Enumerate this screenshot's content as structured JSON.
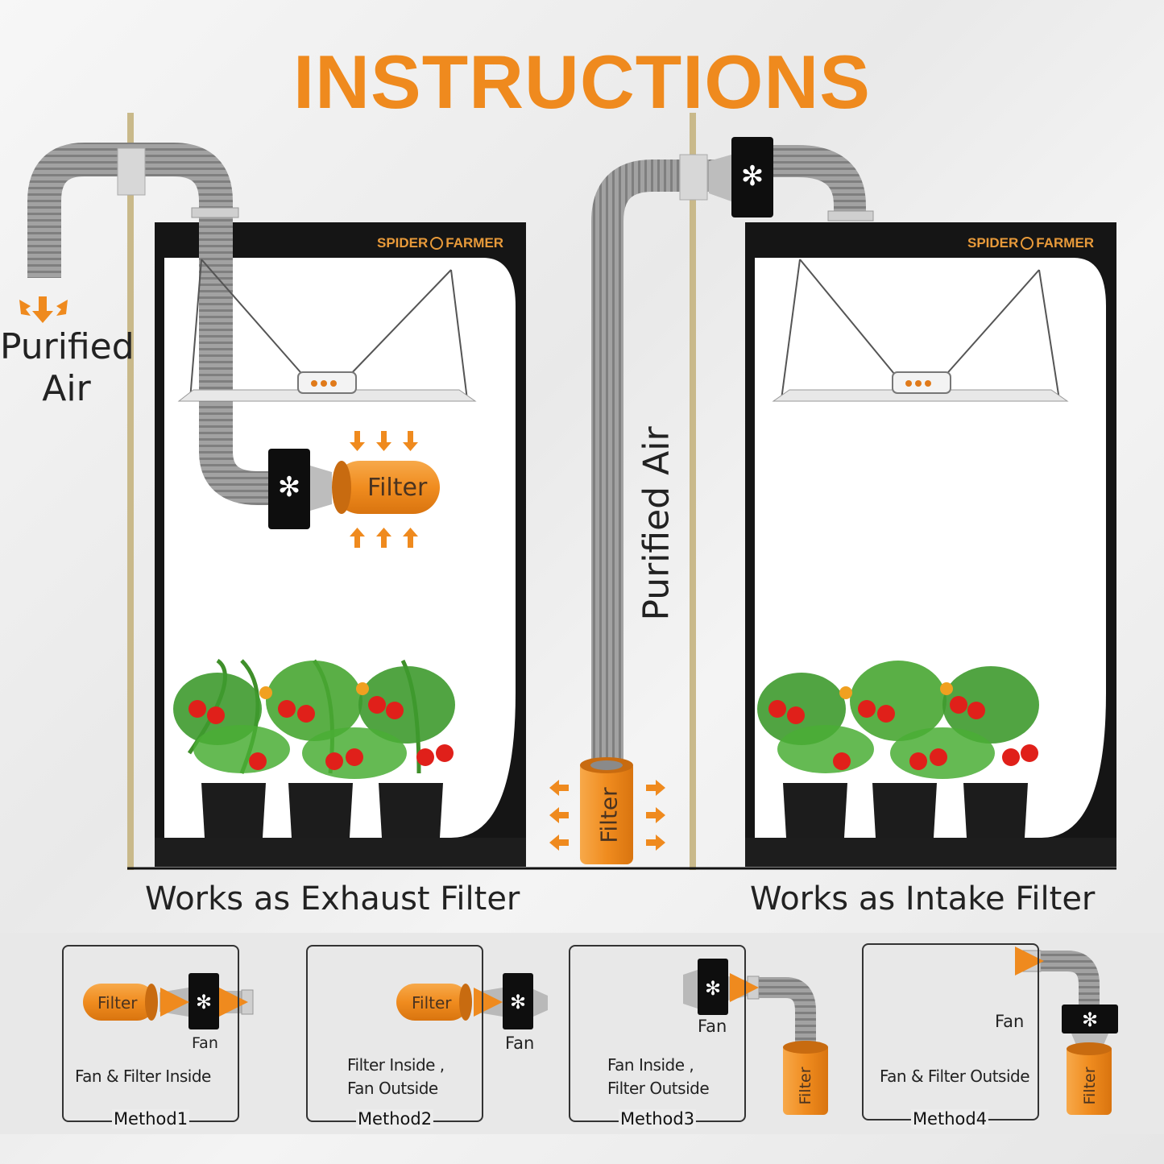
{
  "title": "INSTRUCTIONS",
  "brand": "SPIDER",
  "brand_suffix": "FARMER",
  "left_panel": {
    "purified_air_line1": "Purified",
    "purified_air_line2": "Air",
    "filter_label": "Filter",
    "caption": "Works as Exhaust Filter"
  },
  "right_panel": {
    "purified_air": "Purified Air",
    "filter_label": "Filter",
    "caption": "Works as Intake Filter"
  },
  "methods": [
    {
      "name": "Method1",
      "filter": "Filter",
      "fan": "Fan",
      "desc_line1": "Fan & Filter Inside",
      "desc_line2": ""
    },
    {
      "name": "Method2",
      "filter": "Filter",
      "fan": "Fan",
      "desc_line1": "Filter Inside ,",
      "desc_line2": "Fan Outside"
    },
    {
      "name": "Method3",
      "filter": "Filter",
      "fan": "Fan",
      "desc_line1": "Fan Inside ,",
      "desc_line2": "Filter Outside"
    },
    {
      "name": "Method4",
      "filter": "Filter",
      "fan": "Fan",
      "desc_line1": "Fan & Filter Outside",
      "desc_line2": ""
    }
  ],
  "colors": {
    "accent": "#ef8a1e",
    "tent": "#141414",
    "duct": "#9a9a9a",
    "pole": "#c9b98a"
  }
}
